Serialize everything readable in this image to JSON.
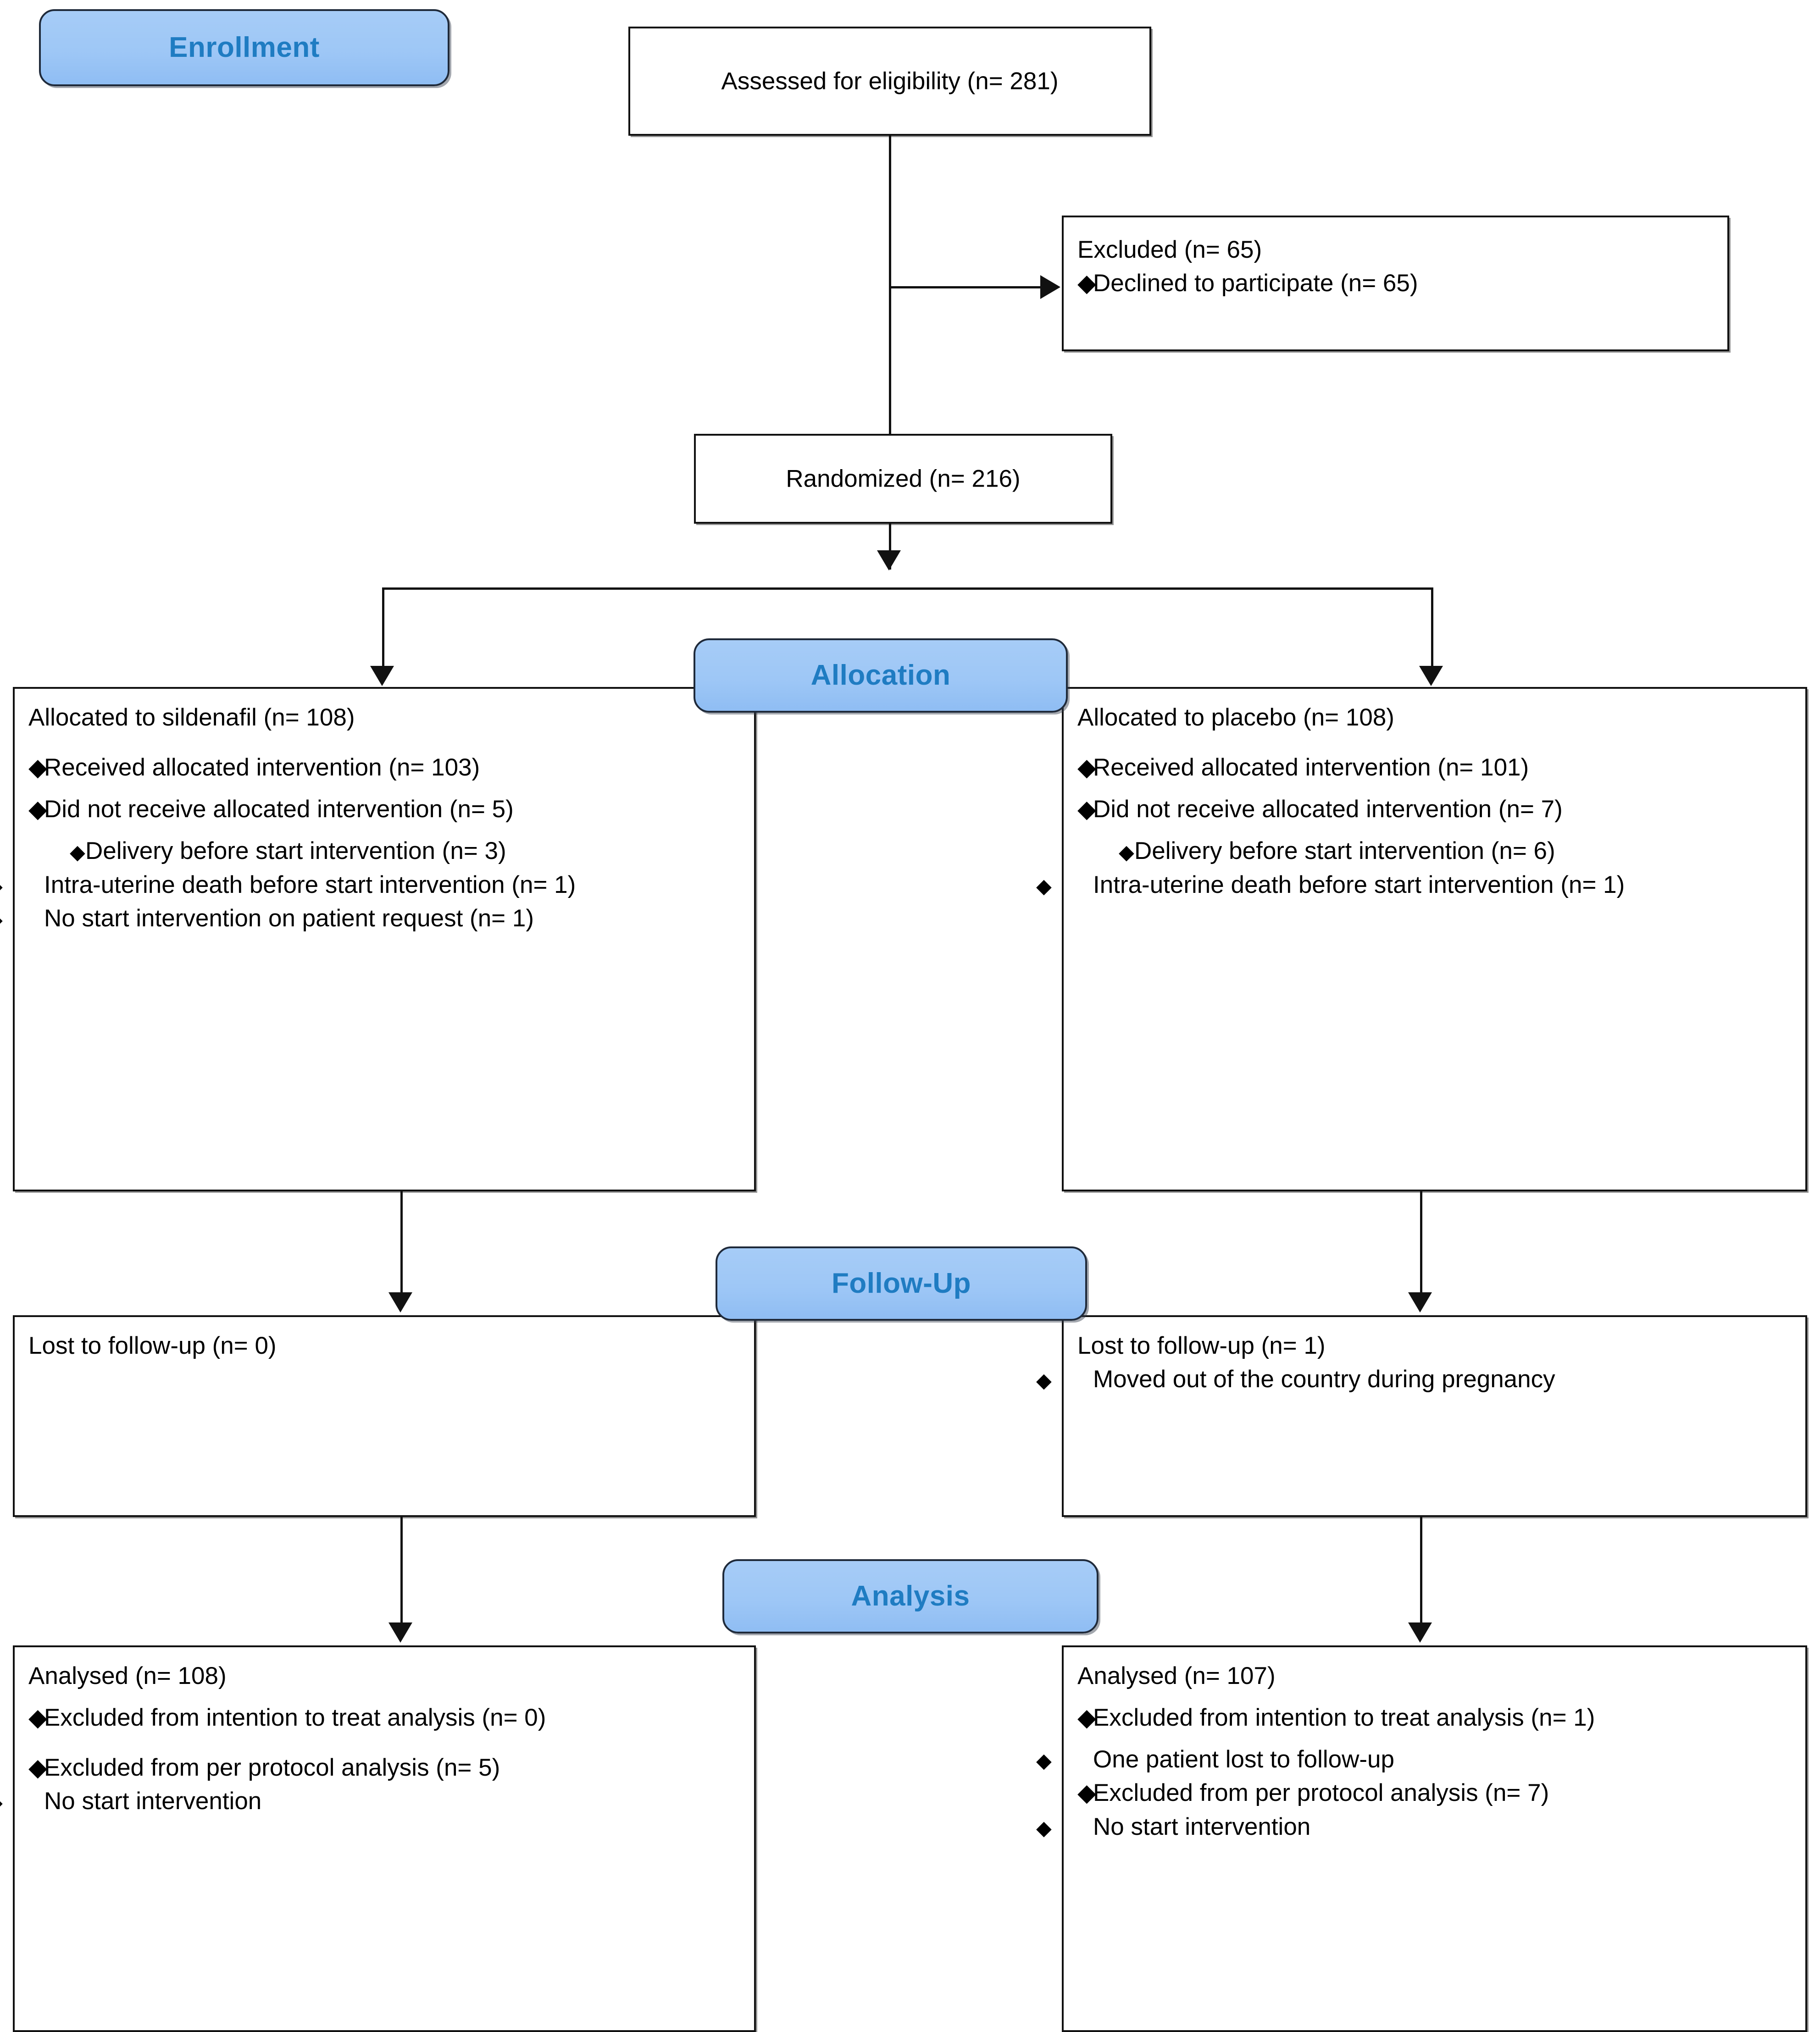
{
  "diagram": {
    "type": "consort-flow-diagram",
    "title": "CONSORT participant flow diagram (sildenafil vs placebo trial)"
  },
  "colors": {
    "banner_fill": "#A6CCF7",
    "banner_text": "#1F7CC2",
    "banner_border": "#1F2A3A",
    "box_border": "#111111",
    "box_fill": "#FFFFFF",
    "text": "#000000"
  },
  "banners": {
    "enrollment": "Enrollment",
    "allocation": "Allocation",
    "followup": "Follow-Up",
    "analysis": "Analysis"
  },
  "enrollment": {
    "assessed": "Assessed for eligibility (n= 281)",
    "excluded_title": "Excluded (n= 65)",
    "excluded_items": [
      "Declined to participate (n=  65)"
    ],
    "randomized": "Randomized (n= 216)"
  },
  "allocation": {
    "left": {
      "title": "Allocated to sildenafil (n= 108)",
      "items": [
        {
          "level": 1,
          "text": "Received allocated intervention (n= 103)"
        },
        {
          "level": 1,
          "text": "Did not receive allocated intervention (n= 5)"
        },
        {
          "level": 2,
          "text": "Delivery before start intervention (n= 3)"
        },
        {
          "level": 2,
          "text": "Intra-uterine death before start intervention (n= 1)"
        },
        {
          "level": 2,
          "text": "No start intervention on patient request (n= 1)"
        }
      ]
    },
    "right": {
      "title": "Allocated to placebo (n= 108)",
      "items": [
        {
          "level": 1,
          "text": "Received allocated intervention (n= 101)"
        },
        {
          "level": 1,
          "text": "Did not receive allocated intervention (n= 7)"
        },
        {
          "level": 2,
          "text": "Delivery before start intervention (n= 6)"
        },
        {
          "level": 2,
          "text": "Intra-uterine death before start intervention (n= 1)"
        }
      ]
    }
  },
  "followup": {
    "left": {
      "title": "Lost to follow-up (n= 0)",
      "items": []
    },
    "right": {
      "title": "Lost to follow-up (n= 1)",
      "items": [
        {
          "level": 2,
          "text": "Moved out of the country during pregnancy"
        }
      ]
    }
  },
  "analysis": {
    "left": {
      "title": "Analysed (n= 108)",
      "items": [
        {
          "level": 1,
          "text": "Excluded from intention to treat analysis (n= 0)"
        },
        {
          "level": 1,
          "text": "Excluded from per protocol analysis (n= 5)"
        },
        {
          "level": 2,
          "text": "No start intervention"
        }
      ]
    },
    "right": {
      "title": "Analysed (n= 107)",
      "items": [
        {
          "level": 1,
          "text": "Excluded from intention to treat analysis (n= 1)"
        },
        {
          "level": 2,
          "text": "One patient lost to follow-up"
        },
        {
          "level": 1,
          "text": "Excluded from per protocol analysis (n= 7)"
        },
        {
          "level": 2,
          "text": "No start intervention"
        }
      ]
    }
  },
  "bullet_glyph": "♦",
  "counts": {
    "assessed": 281,
    "excluded": 65,
    "declined": 65,
    "randomized": 216,
    "allocated_sildenafil": 108,
    "allocated_placebo": 108,
    "received_sildenafil": 103,
    "received_placebo": 101,
    "not_received_sildenafil": 5,
    "not_received_placebo": 7,
    "lost_followup_sildenafil": 0,
    "lost_followup_placebo": 1,
    "analysed_sildenafil": 108,
    "analysed_placebo": 107
  }
}
